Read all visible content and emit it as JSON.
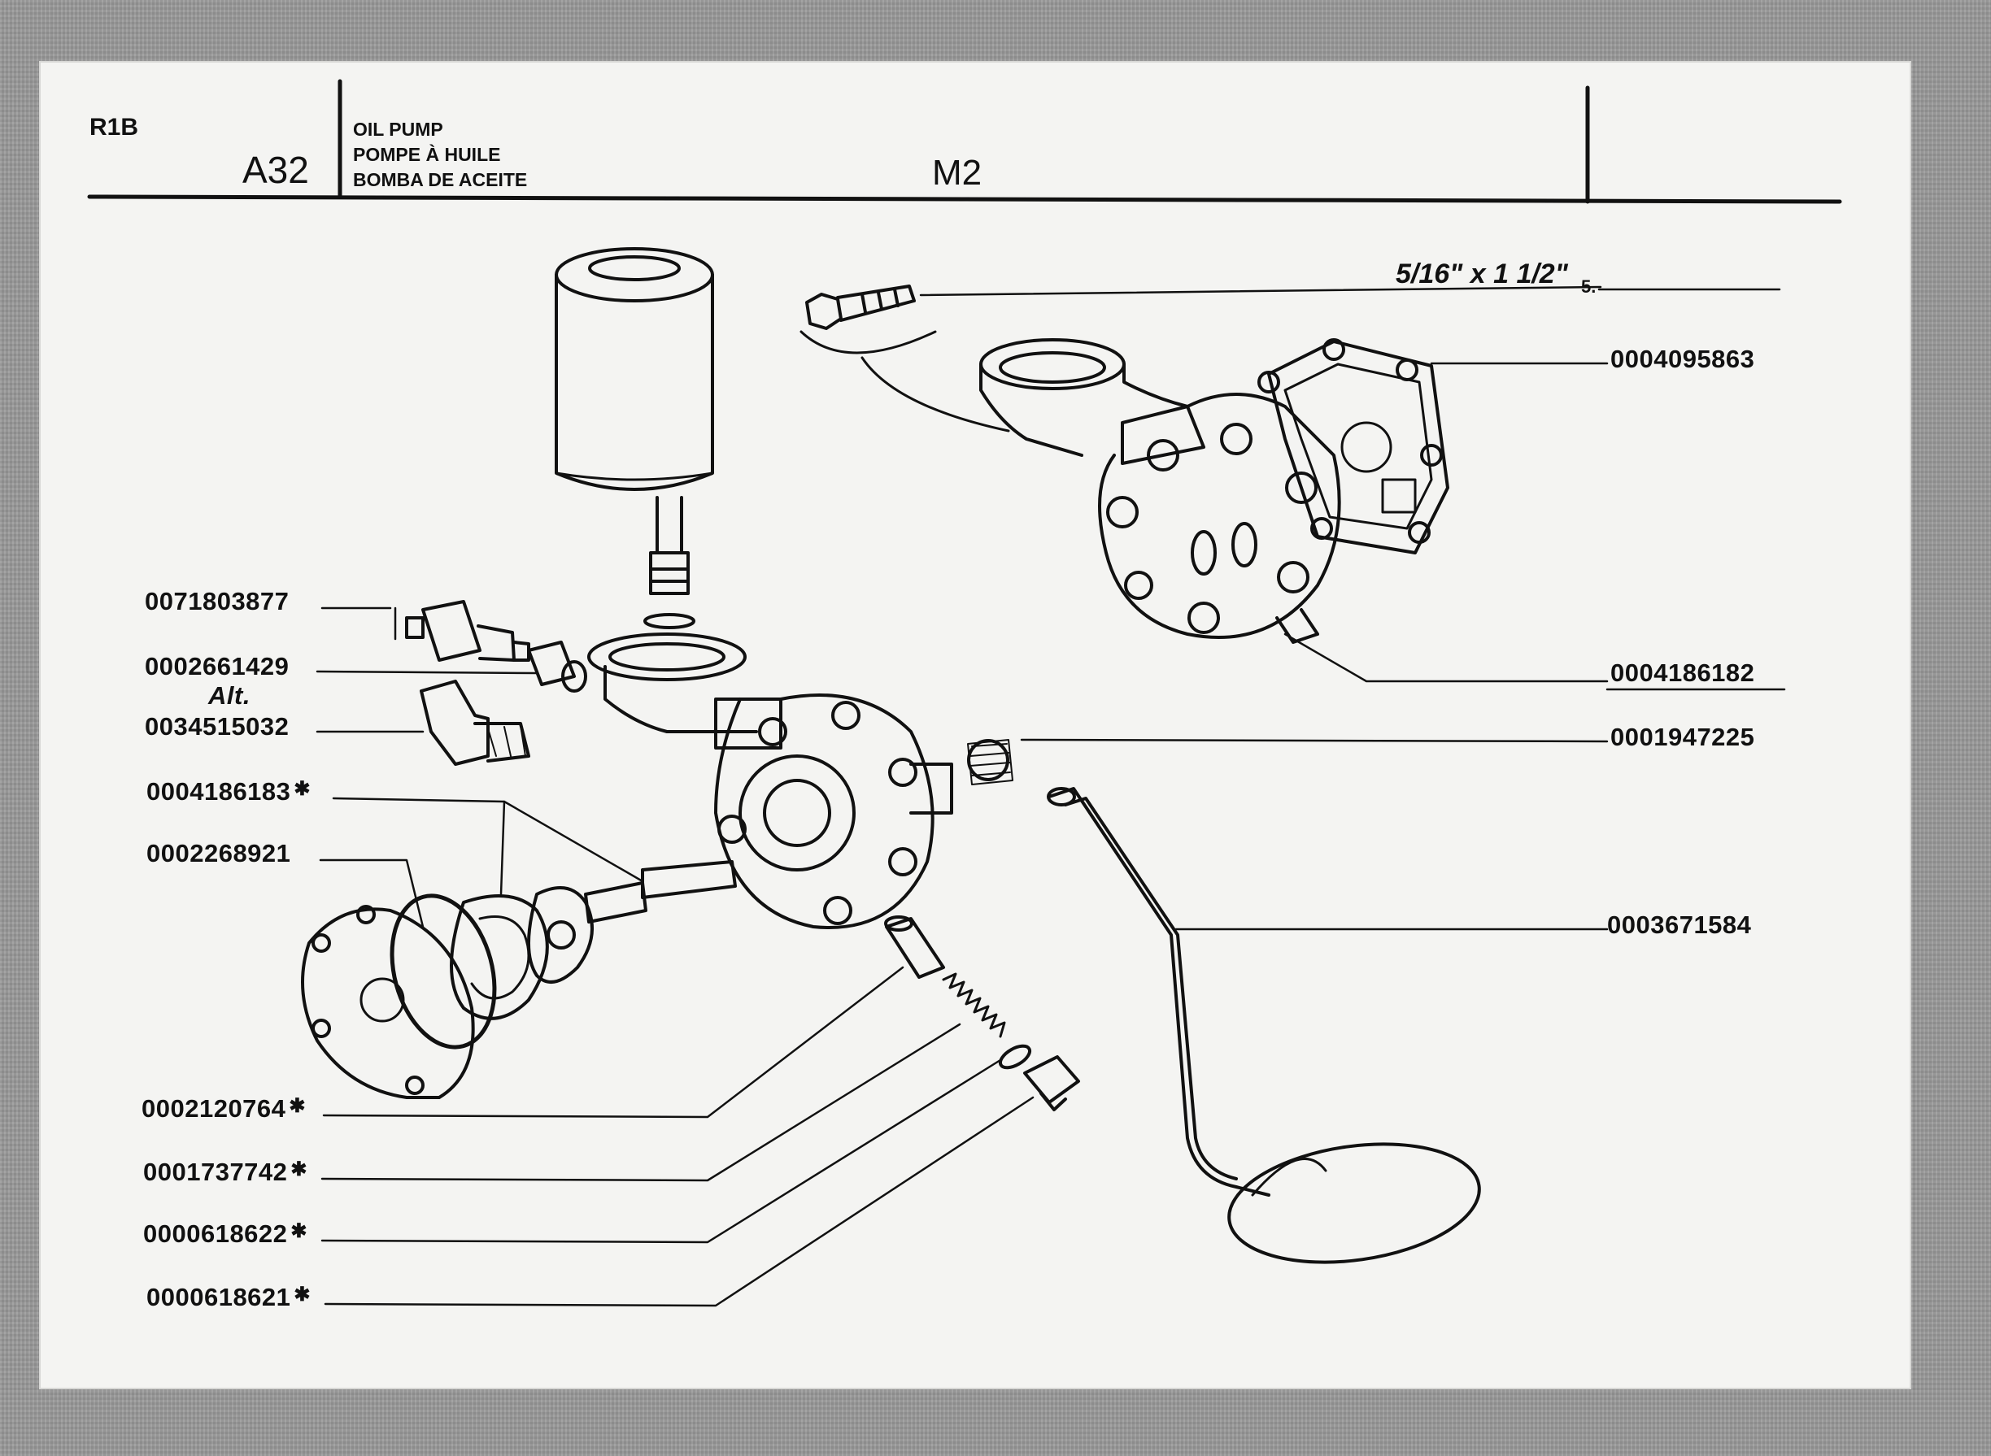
{
  "header": {
    "section_code": "R1B",
    "group_code": "A32",
    "title_en": "OIL PUMP",
    "title_fr": "POMPE À HUILE",
    "title_es": "BOMBA DE ACEITE",
    "model_code": "M2"
  },
  "bolt_spec": {
    "size": "5/16\" x 1 1/2\"",
    "qty": "5."
  },
  "parts": [
    {
      "code": "0004095863",
      "marked": false
    },
    {
      "code": "0004186182",
      "marked": false
    },
    {
      "code": "0001947225",
      "marked": false
    },
    {
      "code": "0003671584",
      "marked": false
    },
    {
      "code": "0071803877",
      "marked": false
    },
    {
      "code": "0002661429",
      "marked": false
    },
    {
      "code": "0034515032",
      "marked": false
    },
    {
      "code": "0004186183",
      "marked": true
    },
    {
      "code": "0002268921",
      "marked": false
    },
    {
      "code": "0002120764",
      "marked": true
    },
    {
      "code": "0001737742",
      "marked": true
    },
    {
      "code": "0000618622",
      "marked": true
    },
    {
      "code": "0000618621",
      "marked": true
    }
  ],
  "alt_label": "Alt.",
  "marker_symbol": "✱"
}
